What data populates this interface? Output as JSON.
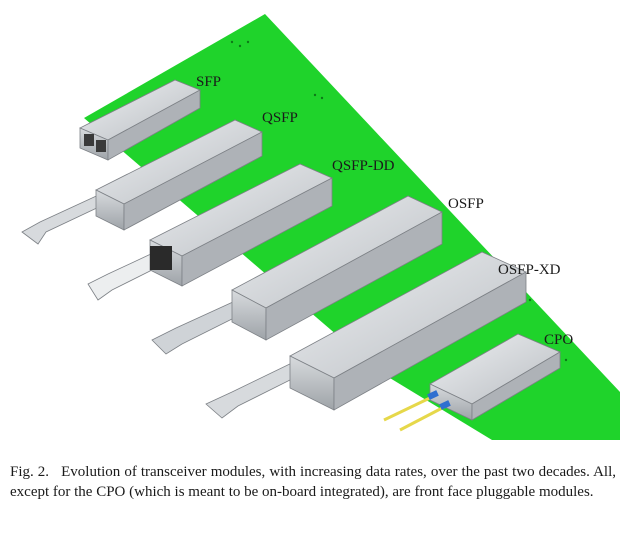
{
  "figure": {
    "labels": {
      "sfp": "SFP",
      "qsfp": "QSFP",
      "qsfp_dd": "QSFP-DD",
      "osfp": "OSFP",
      "osfp_xd": "OSFP-XD",
      "cpo": "CPO"
    },
    "colors": {
      "board": "#1fd32b",
      "module_metal": "#c8cbcf",
      "connector": "#2a2a2a",
      "fiber": "#e6d84a",
      "fiber_boot": "#2f6fd0"
    }
  },
  "caption": {
    "label": "Fig. 2.",
    "text": "Evolution of transceiver modules, with increasing data rates, over the past two decades. All, except for the CPO (which is meant to be on-board integrated), are front face pluggable modules."
  }
}
